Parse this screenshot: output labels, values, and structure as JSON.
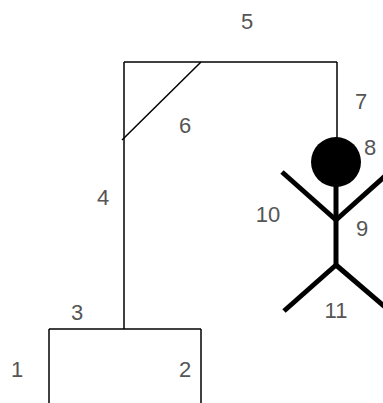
{
  "diagram": {
    "labels": [
      "5",
      "7",
      "8",
      "6",
      "10",
      "9",
      "4",
      "3",
      "11",
      "1",
      "2"
    ]
  }
}
